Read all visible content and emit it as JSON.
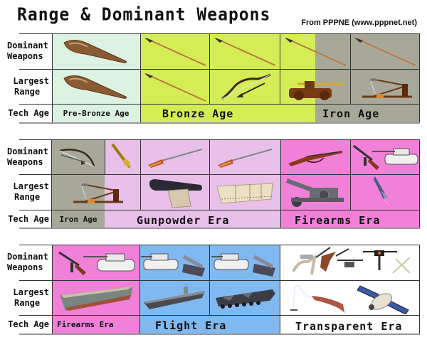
{
  "header": {
    "title": "Range & Dominant Weapons",
    "source": "From PPPNE (www.pppnet.net)"
  },
  "row_labels": {
    "dominant_1": "Dominant",
    "dominant_2": "Weapons",
    "range_1": "Largest",
    "range_2": "Range",
    "tech_age": "Tech Age"
  },
  "colors": {
    "pre_bronze": "#dcf2e2",
    "bronze": "#d4ed55",
    "iron": "#a8a89a",
    "gunpowder": "#e8c0ea",
    "firearms": "#f080d8",
    "flight": "#80b8f0",
    "transparent": "#ffffff"
  },
  "tables": [
    {
      "ages": [
        {
          "label": "Pre-Bronze Age",
          "style": "small"
        },
        {
          "label": "Bronze Age",
          "style": "big"
        },
        {
          "label": "Iron Age",
          "style": "big"
        }
      ],
      "dominant_weapons": [
        "club-icon",
        "spear-icon",
        "spear-icon",
        "spear-icon",
        "spear-icon"
      ],
      "largest_range": [
        "club-icon",
        "spear-icon",
        "bow-icon",
        "chariot-ballista-icon",
        "catapult-icon"
      ]
    },
    {
      "ages": [
        {
          "label": "Iron Age",
          "style": "small"
        },
        {
          "label": "Gunpowder Era",
          "style": "big"
        },
        {
          "label": "Firearms Era",
          "style": "big"
        }
      ],
      "dominant_weapons": [
        "bow-icon",
        "hand-cannon-icon",
        "musket-icon",
        "musket-icon",
        "rifle-icon",
        "assault-rifle-tank-icon"
      ],
      "largest_range": [
        "catapult-icon",
        "cannon-icon",
        "sailing-ship-icon",
        "howitzer-icon",
        "rocket-icon"
      ]
    },
    {
      "ages": [
        {
          "label": "Firearms Era",
          "style": "small"
        },
        {
          "label": "Flight Era",
          "style": "big"
        },
        {
          "label": "Transparent Era",
          "style": "big"
        }
      ],
      "dominant_weapons": [
        "assault-rifle-tank-icon",
        "tank-missile-launcher-icon",
        "tank-missile-launcher-icon",
        "robots-drones-icon"
      ],
      "largest_range": [
        "aircraft-carrier-ww2-icon",
        "aircraft-carrier-icon",
        "icbm-launcher-icon",
        "space-elevator-satellite-icon"
      ]
    }
  ]
}
